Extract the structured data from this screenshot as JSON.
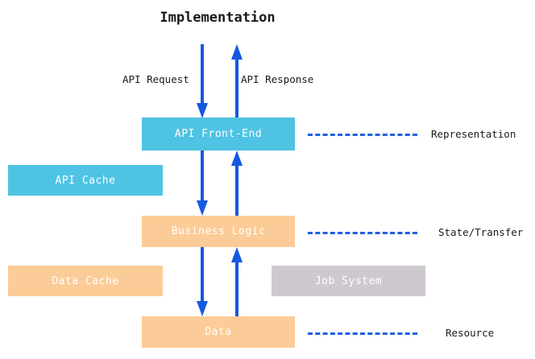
{
  "title": "Implementation",
  "arrow_labels": {
    "request": "API Request",
    "response": "API Response"
  },
  "layers": [
    {
      "box_label": "API Front-End",
      "side_label": "Representation",
      "color": "#4fc3e3"
    },
    {
      "box_label": "Business Logic",
      "side_label": "State/Transfer",
      "color": "#fbcc97"
    },
    {
      "box_label": "Data",
      "side_label": "Resource",
      "color": "#fbcc97"
    }
  ],
  "aux_boxes": [
    {
      "label": "API Cache",
      "color": "#4fc3e3"
    },
    {
      "label": "Data Cache",
      "color": "#fbcc97"
    },
    {
      "label": "Job System",
      "color": "#cdc9ce"
    }
  ],
  "colors": {
    "arrow": "#1558e0",
    "dash": "#1f5fe0",
    "text_dark": "#1a1a1a",
    "box_text": "#ffffff"
  }
}
